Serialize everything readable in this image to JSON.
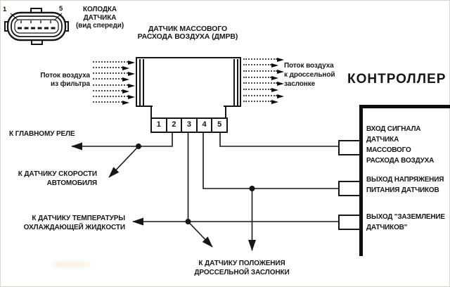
{
  "connector_view": {
    "label": "КОЛОДКА\nДАТЧИКА\n(вид спереди)",
    "pin_left": "1",
    "pin_right": "5"
  },
  "sensor": {
    "title": "ДАТЧИК МАССОВОГО\nРАСХОДА ВОЗДУХА (ДМРВ)",
    "pins": [
      "1",
      "2",
      "3",
      "4",
      "5"
    ],
    "airflow_in": "Поток воздуха\nиз фильтра",
    "airflow_out": "Поток воздуха\nк дроссельной\nзаслонке"
  },
  "controller": {
    "title": "КОНТРОЛЛЕР",
    "terminals": [
      "ВХОД СИГНАЛА\nДАТЧИКА\nМАССОВОГО\nРАСХОДА ВОЗДУХА",
      "ВЫХОД НАПРЯЖЕНИЯ\nПИТАНИЯ ДАТЧИКОВ",
      "ВЫХОД \"ЗАЗЕМЛЕНИЕ\nДАТЧИКОВ\""
    ]
  },
  "wire_destinations": {
    "main_relay": "К ГЛАВНОМУ РЕЛЕ",
    "vehicle_speed_sensor": "К ДАТЧИКУ СКОРОСТИ\nАВТОМОБИЛЯ",
    "coolant_temp_sensor": "К ДАТЧИКУ ТЕМПЕРАТУРЫ\nОХЛАЖДАЮЩЕЙ ЖИДКОСТИ",
    "throttle_position_sensor": "К ДАТЧИКУ ПОЛОЖЕНИЯ\nДРОССЕЛЬНОЙ ЗАСЛОНКИ"
  },
  "colors": {
    "line": "#161616",
    "background": "#ffffff",
    "text": "#161616"
  }
}
